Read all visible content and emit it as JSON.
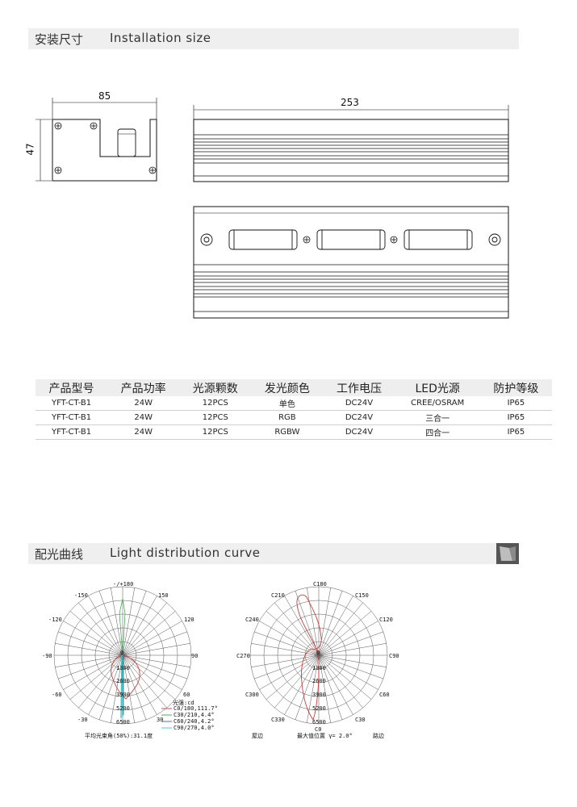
{
  "sections": {
    "install": {
      "zh": "安装尺寸",
      "en": "Installation size"
    },
    "light": {
      "zh": "配光曲线",
      "en": "Light distribution curve"
    }
  },
  "drawing": {
    "width_side": "85",
    "height_side": "47",
    "length": "253"
  },
  "table": {
    "headers": [
      "产品型号",
      "产品功率",
      "光源颗数",
      "发光颜色",
      "工作电压",
      "LED光源",
      "防护等级"
    ],
    "rows": [
      [
        "YFT-CT-B1",
        "24W",
        "12PCS",
        "单色",
        "DC24V",
        "CREE/OSRAM",
        "IP65"
      ],
      [
        "YFT-CT-B1",
        "24W",
        "12PCS",
        "RGB",
        "DC24V",
        "三合一",
        "IP65"
      ],
      [
        "YFT-CT-B1",
        "24W",
        "12PCS",
        "RGBW",
        "DC24V",
        "四合一",
        "IP65"
      ]
    ]
  },
  "polar_left": {
    "angles_top": "-/+180",
    "labels": {
      "m150": "-150",
      "p150": "150",
      "m120": "-120",
      "p120": "120",
      "m90": "-90",
      "p90": "90",
      "m60": "-60",
      "p60": "60",
      "m30": "-30",
      "p30": "30",
      "zero": "0"
    },
    "rings": [
      "1300",
      "2600",
      "3900",
      "5200",
      "6500"
    ],
    "legend_title": "光强:cd",
    "legend": [
      {
        "text": "C0/180,111.7°",
        "color": "#d23b3b"
      },
      {
        "text": "C30/210,4.4°",
        "color": "#3aa24a"
      },
      {
        "text": "C60/240,4.2°",
        "color": "#3b5bd2"
      },
      {
        "text": "C90/270,4.0°",
        "color": "#35c8d0"
      }
    ],
    "caption": "平均光束角(50%):31.1度"
  },
  "polar_right": {
    "labels": {
      "c180": "C180",
      "c210": "C210",
      "c150": "C150",
      "c240": "C240",
      "c120": "C120",
      "c270": "C270",
      "c90": "C90",
      "c300": "C300",
      "c60": "C60",
      "c330": "C330",
      "c30": "C30",
      "c0": "C0",
      "zero": "0"
    },
    "rings": [
      "1300",
      "2600",
      "3900",
      "5200",
      "6500"
    ],
    "caption_left": "屋边",
    "caption_mid": "最大值位置 γ= 2.0°",
    "caption_right": "路边"
  },
  "colors": {
    "bar": "#efefef",
    "red_curve": "#d23b3b",
    "green_curve": "#3aa24a",
    "cyan_curve": "#35c8d0"
  }
}
